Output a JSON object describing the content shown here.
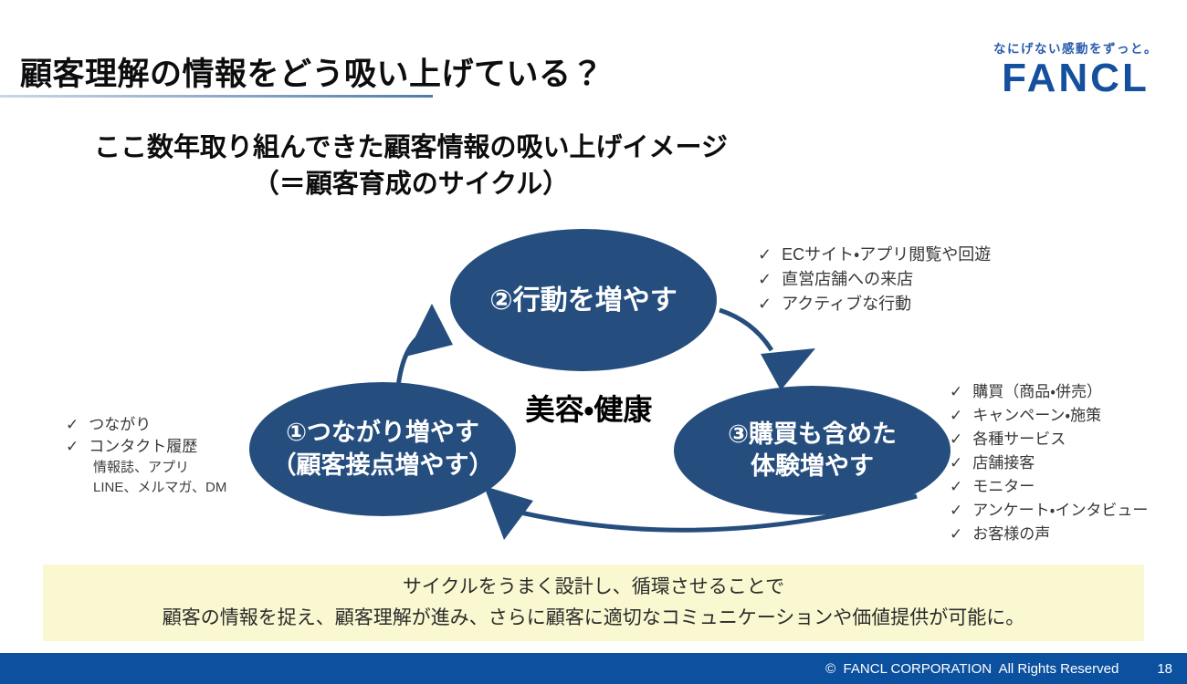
{
  "slide": {
    "title": "顧客理解の情報をどう吸い上げている？",
    "logo": {
      "tagline": "なにげない感動をずっと。",
      "brand": "FANCL"
    },
    "subtitle": {
      "line1": "ここ数年取り組んできた顧客情報の吸い上げイメージ",
      "line2": "（＝顧客育成のサイクル）"
    },
    "diagram": {
      "center_label": "美容・健康",
      "node1": {
        "line1": "①つながり増やす",
        "line2": "（顧客接点増やす）"
      },
      "node2": {
        "line1": "②行動を増やす"
      },
      "node3": {
        "line1": "③購買も含めた",
        "line2": "体験増やす"
      }
    },
    "icons": {
      "check": "✓"
    },
    "bullets_left": {
      "items": [
        "つながり",
        "コンタクト履歴"
      ],
      "subnotes": [
        "情報誌、アプリ",
        "LINE、メルマガ、DM"
      ]
    },
    "bullets_top": {
      "items": [
        "ECサイト・アプリ閲覧や回遊",
        "直営店舗への来店",
        "アクティブな行動"
      ]
    },
    "bullets_right": {
      "items": [
        "購買（商品・併売）",
        "キャンペーン・施策",
        "各種サービス",
        "店舗接客",
        "モニター",
        "アンケート・インタビュー",
        "お客様の声"
      ]
    },
    "callout": {
      "line1": "サイクルをうまく設計し、循環させることで",
      "line2": "顧客の情報を捉え、顧客理解が進み、さらに顧客に適切なコミュニケーションや価値提供が可能に。"
    },
    "footer": {
      "copyright": "©  FANCL CORPORATION  All Rights Reserved",
      "page": "18"
    },
    "colors": {
      "node_fill": "#254E7E",
      "footer_bar": "#0B51A0",
      "callout_bg": "#FAF8D0",
      "brand_blue": "#14509E",
      "accent_line": "#4F7CAC"
    }
  }
}
